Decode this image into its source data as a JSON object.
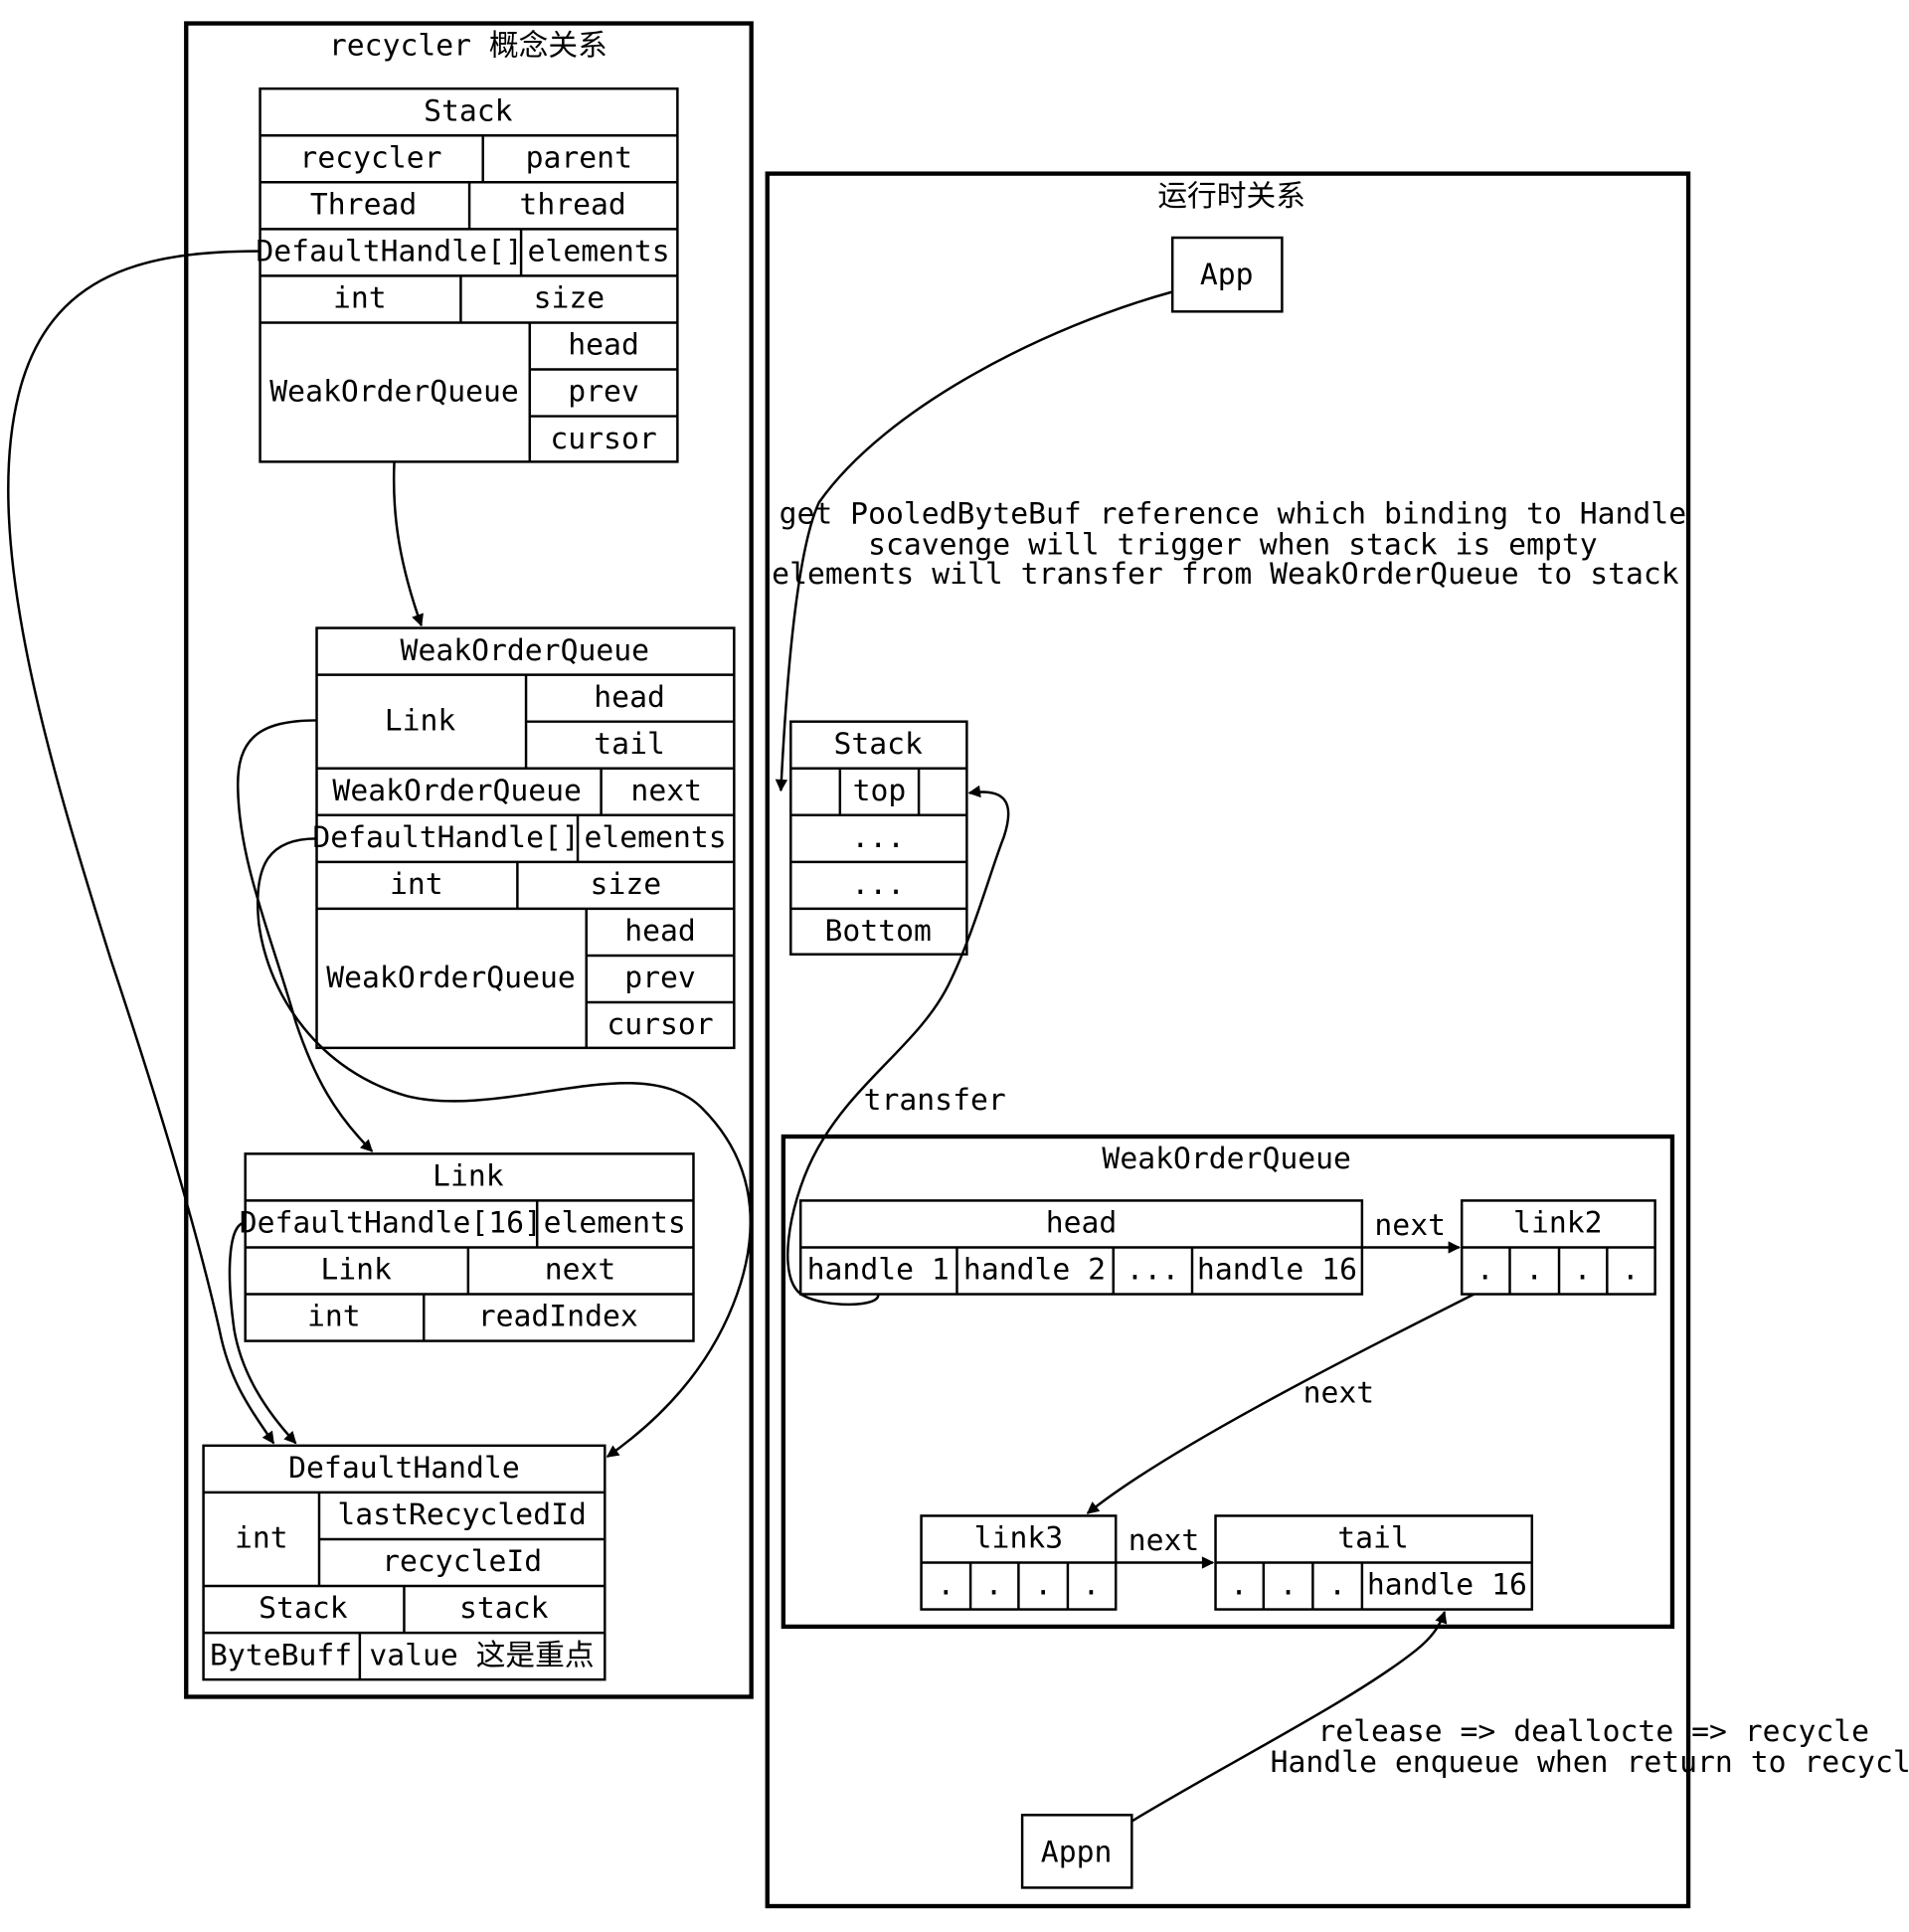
{
  "clusters": {
    "concept": {
      "title": "recycler 概念关系"
    },
    "runtime": {
      "title": "运行时关系"
    },
    "woq": {
      "title": "WeakOrderQueue"
    }
  },
  "stack_record": {
    "title": "Stack",
    "recycler": "recycler",
    "parent": "parent",
    "thread_type": "Thread",
    "thread_field": "thread",
    "elements_type": "DefaultHandle[]",
    "elements_field": "elements",
    "size_type": "int",
    "size_field": "size",
    "woq_type": "WeakOrderQueue",
    "head": "head",
    "prev": "prev",
    "cursor": "cursor"
  },
  "woq_record": {
    "title": "WeakOrderQueue",
    "link_type": "Link",
    "head": "head",
    "tail": "tail",
    "next_type": "WeakOrderQueue",
    "next_field": "next",
    "elements_type": "DefaultHandle[]",
    "elements_field": "elements",
    "size_type": "int",
    "size_field": "size",
    "woq_type": "WeakOrderQueue",
    "head2": "head",
    "prev": "prev",
    "cursor": "cursor"
  },
  "link_record": {
    "title": "Link",
    "elements_type": "DefaultHandle[16]",
    "elements_field": "elements",
    "next_type": "Link",
    "next_field": "next",
    "read_type": "int",
    "read_field": "readIndex"
  },
  "handle_record": {
    "title": "DefaultHandle",
    "int_type": "int",
    "last_recycled": "lastRecycledId",
    "recycle_id": "recycleId",
    "stack_type": "Stack",
    "stack_field": "stack",
    "value_type": "ByteBuff",
    "value_field": "value 这是重点"
  },
  "runtime": {
    "app": "App",
    "appn": "Appn",
    "stack": {
      "title": "Stack",
      "top": "top",
      "dots1": "...",
      "dots2": "...",
      "bottom": "Bottom"
    },
    "head": {
      "title": "head",
      "h1": "handle 1",
      "h2": "handle 2",
      "dots": "...",
      "h16": "handle 16"
    },
    "link2": {
      "title": "link2",
      "dot": "."
    },
    "link3": {
      "title": "link3",
      "dot": "."
    },
    "tail": {
      "title": "tail",
      "dot": ".",
      "h16": "handle 16"
    }
  },
  "edge_labels": {
    "get_line1": "get PooledByteBuf reference which binding to Handle",
    "get_line2": "scavenge will trigger when stack is empty",
    "get_line3": "elements will transfer from WeakOrderQueue to stack",
    "transfer": "transfer",
    "next_head_link2": "next",
    "next_link2_link3": "next",
    "next_link3_tail": "next",
    "release_line1": "release => deallocte => recycle",
    "release_line2": "Handle enqueue when return to recycler"
  }
}
